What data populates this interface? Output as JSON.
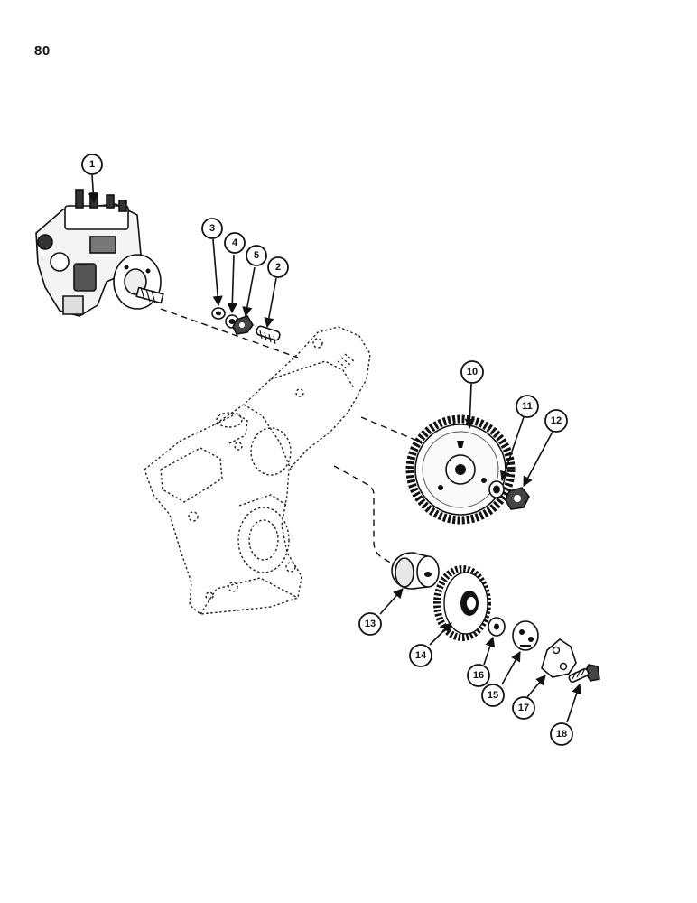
{
  "page": {
    "number": "80"
  },
  "callouts": [
    "1",
    "2",
    "3",
    "4",
    "5",
    "10",
    "11",
    "12",
    "13",
    "14",
    "15",
    "16",
    "17",
    "18"
  ]
}
